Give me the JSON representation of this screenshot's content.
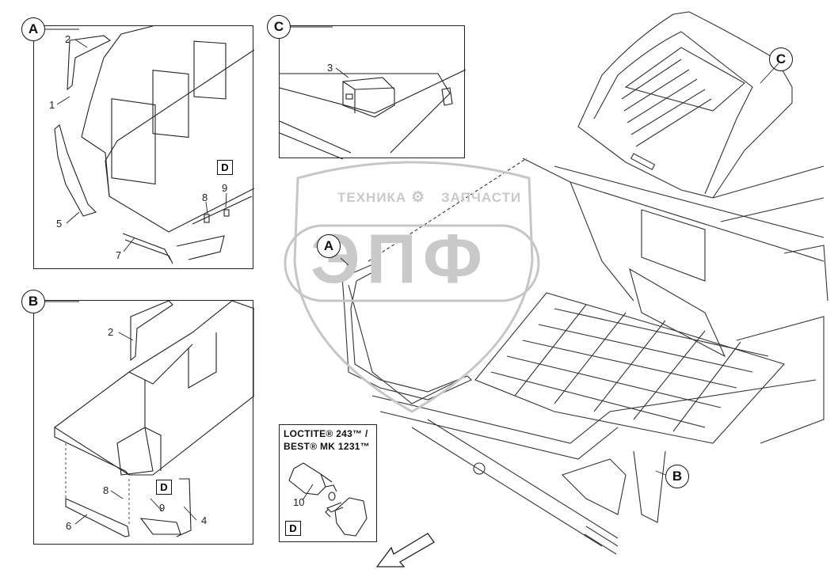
{
  "watermark": {
    "brand_left": "ТЕХНИКА",
    "brand_right": "ЗАПЧАСТИ",
    "logo": "ЭПФ"
  },
  "callouts": {
    "a": "A",
    "b": "B",
    "c": "C",
    "d": "D"
  },
  "part_numbers": {
    "p1": "1",
    "p2": "2",
    "p3": "3",
    "p4": "4",
    "p5": "5",
    "p6": "6",
    "p7": "7",
    "p8": "8",
    "p9": "9",
    "p10": "10"
  },
  "loctite": {
    "line1": "LOCTITE® 243™ /",
    "line2": "BEST® MK 1231™"
  },
  "colors": {
    "line": "#222222",
    "watermark": "#c9c9c9"
  }
}
